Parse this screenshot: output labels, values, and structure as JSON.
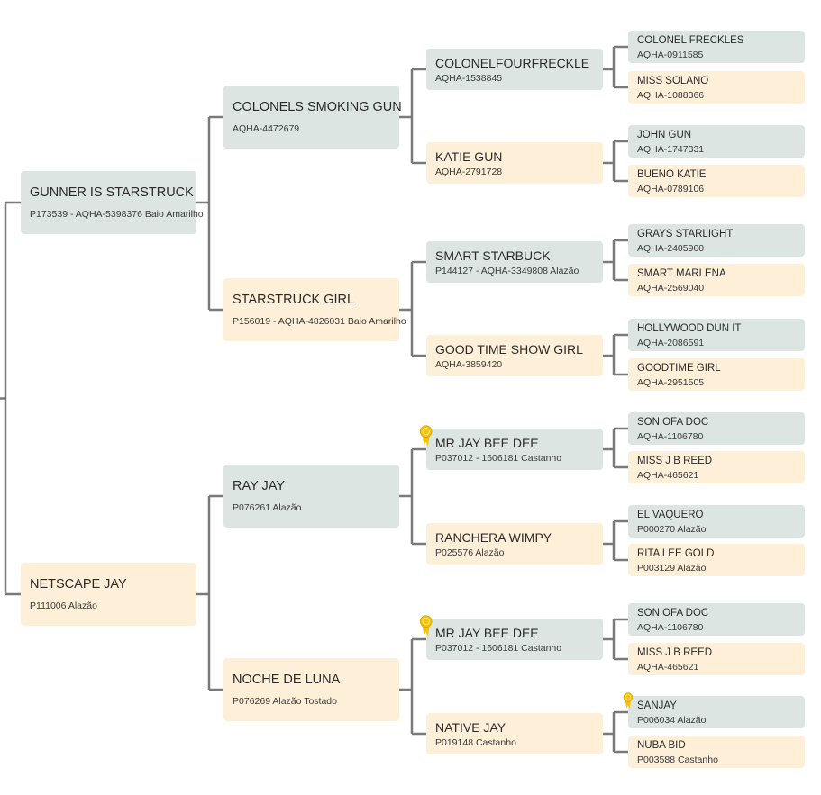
{
  "pedigree": {
    "sire": {
      "name": "GUNNER IS STARSTRUCK",
      "info": "P173539 - AQHA-5398376 Baio Amarilho",
      "sire": {
        "name": "COLONELS SMOKING GUN",
        "info": "AQHA-4472679",
        "sire": {
          "name": "COLONELFOURFRECKLE",
          "info": "AQHA-1538845",
          "sire": {
            "name": "COLONEL FRECKLES",
            "info": "AQHA-0911585"
          },
          "dam": {
            "name": "MISS SOLANO",
            "info": "AQHA-1088366"
          }
        },
        "dam": {
          "name": "KATIE GUN",
          "info": "AQHA-2791728",
          "sire": {
            "name": "JOHN GUN",
            "info": "AQHA-1747331"
          },
          "dam": {
            "name": "BUENO KATIE",
            "info": "AQHA-0789106"
          }
        }
      },
      "dam": {
        "name": "STARSTRUCK GIRL",
        "info": "P156019 - AQHA-4826031 Baio Amarilho",
        "sire": {
          "name": "SMART STARBUCK",
          "info": "P144127 - AQHA-3349808 Alazão",
          "sire": {
            "name": "GRAYS STARLIGHT",
            "info": "AQHA-2405900"
          },
          "dam": {
            "name": "SMART MARLENA",
            "info": "AQHA-2569040"
          }
        },
        "dam": {
          "name": "GOOD TIME SHOW GIRL",
          "info": "AQHA-3859420",
          "sire": {
            "name": "HOLLYWOOD DUN IT",
            "info": "AQHA-2086591"
          },
          "dam": {
            "name": "GOODTIME GIRL",
            "info": "AQHA-2951505"
          }
        }
      }
    },
    "dam": {
      "name": "NETSCAPE JAY",
      "info": "P111006 Alazão",
      "sire": {
        "name": "RAY JAY",
        "info": "P076261 Alazão",
        "sire": {
          "name": "MR JAY BEE DEE",
          "info": "P037012 - 1606181 Castanho",
          "award": true,
          "sire": {
            "name": "SON OFA DOC",
            "info": "AQHA-1106780"
          },
          "dam": {
            "name": "MISS J B REED",
            "info": "AQHA-465621"
          }
        },
        "dam": {
          "name": "RANCHERA WIMPY",
          "info": "P025576 Alazão",
          "sire": {
            "name": "EL VAQUERO",
            "info": "P000270 Alazão"
          },
          "dam": {
            "name": "RITA LEE GOLD",
            "info": "P003129 Alazão"
          }
        }
      },
      "dam": {
        "name": "NOCHE DE LUNA",
        "info": "P076269 Alazão Tostado",
        "sire": {
          "name": "MR JAY BEE DEE",
          "info": "P037012 - 1606181 Castanho",
          "award": true,
          "sire": {
            "name": "SON OFA DOC",
            "info": "AQHA-1106780"
          },
          "dam": {
            "name": "MISS J B REED",
            "info": "AQHA-465621"
          }
        },
        "dam": {
          "name": "NATIVE JAY",
          "info": "P019148 Castanho",
          "sire": {
            "name": "SANJAY",
            "info": "P006034 Alazão",
            "award": true
          },
          "dam": {
            "name": "NUBA BID",
            "info": "P003588 Castanho"
          }
        }
      }
    }
  },
  "colors": {
    "male": "#dce5e1",
    "female": "#fdefd8",
    "connector": "#7a7a7a",
    "medal": "#f4c20d"
  }
}
